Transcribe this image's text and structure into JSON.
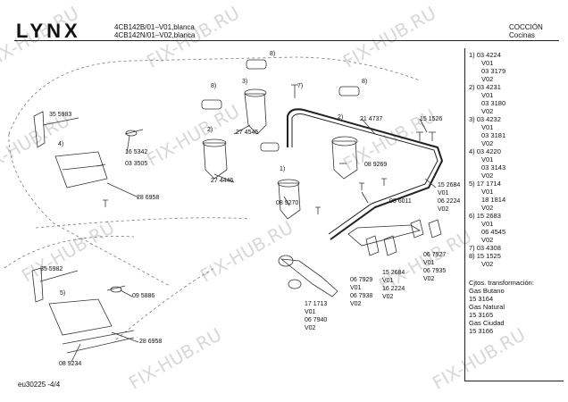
{
  "brand": "LYNX",
  "header": {
    "model_line_1": "4CB142B/01–V01,blanca",
    "model_line_2": "4CB142N/01–V02,blanca",
    "category": "COCCIÓN",
    "subcategory": "Cocinas"
  },
  "watermark": "FIX-HUB.RU",
  "footer": {
    "page_ref": "eu30225 -4/4"
  },
  "callouts": {
    "c1": "1)",
    "c2": "2)",
    "c2b": "2)",
    "c3": "3)",
    "c4": "4)",
    "c5": "5)",
    "c7": "7)",
    "c8a": "8)",
    "c8b": "8)",
    "c8c": "8)"
  },
  "parts": {
    "p355983": "35 5983",
    "p165342": "16 5342",
    "p033505": "03 3505",
    "p286958a": "28 6958",
    "p274545": "27 4545",
    "p274446": "27 4446",
    "p214737": "21 4737",
    "p151526": "15 1526",
    "p089269": "08 9269",
    "p089270": "08 9270",
    "p152684a": "15 2684",
    "p152684b_v01": "V01",
    "p062224": "06 2224",
    "p062224_v02": "V02",
    "p036011": "03 6011",
    "p355982": "35 5982",
    "p095886": "09 5886",
    "p286958b": "28 6958",
    "p089234": "08 9234",
    "p171713": "17 1713",
    "p171713_v01": "V01",
    "p067940": "06 7940",
    "p067940_v02": "V02",
    "p067929": "06 7929",
    "p067929_v01": "V01",
    "p067938": "06 7938",
    "p067938_v02": "V02",
    "p152684c": "15 2684",
    "p152684c_v01": "V01",
    "p162224": "16 2224",
    "p162224_v02": "V02",
    "p067927": "06 7927",
    "p067927_v01": "V01",
    "p067935": "06 7935",
    "p067935_v02": "V02"
  },
  "sidebar": {
    "entries": [
      "1) 03 4224",
      "V01",
      "03 3179",
      "V02",
      "2) 03 4231",
      "V01",
      "03 3180",
      "V02",
      "3) 03 4232",
      "V01",
      "03 3181",
      "V02",
      "4) 03 4220",
      "V01",
      "03 3143",
      "V02",
      "5) 17 1714",
      "V01",
      "18 1814",
      "V02",
      "6) 15 2683",
      "V01",
      "06 4545",
      "V02",
      "7) 03 4308",
      "8) 15 1525",
      "V02"
    ],
    "transform_title": "Cjtos. transformación:",
    "transform": [
      "Gas Butano",
      "15 3164",
      "Gas Natural",
      "15 3165",
      "Gas Ciudad",
      "15 3166"
    ]
  }
}
